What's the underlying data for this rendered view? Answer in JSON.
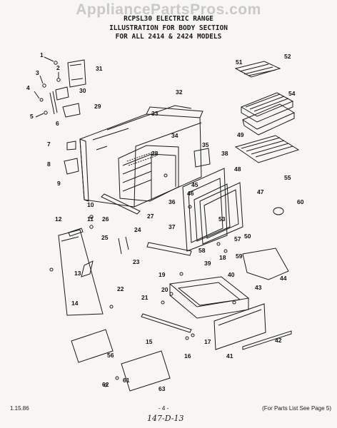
{
  "watermark": "AppliancePartsPros.com",
  "header": {
    "line1": "RCPSL30 ELECTRIC RANGE",
    "line2": "ILLUSTRATION FOR BODY SECTION",
    "line3": "FOR ALL 2414 & 2424 MODELS"
  },
  "callouts": [
    "1",
    "2",
    "3",
    "4",
    "5",
    "6",
    "7",
    "8",
    "9",
    "10",
    "11",
    "12",
    "13",
    "14",
    "15",
    "16",
    "17",
    "18",
    "19",
    "20",
    "21",
    "22",
    "23",
    "24",
    "25",
    "26",
    "27",
    "28",
    "29",
    "30",
    "31",
    "32",
    "33",
    "34",
    "35",
    "36",
    "37",
    "38",
    "39",
    "40",
    "41",
    "42",
    "43",
    "44",
    "45",
    "46",
    "47",
    "48",
    "49",
    "50",
    "51",
    "52",
    "53",
    "54",
    "55",
    "56",
    "57",
    "58",
    "59",
    "60",
    "61",
    "62",
    "63"
  ],
  "footer": {
    "date": "1.15.86",
    "page": "- 4 -",
    "parts_ref": "(For Parts List See Page 5)",
    "handwritten": "147-D-13"
  },
  "colors": {
    "ink": "#1a1a1a",
    "paper": "#f7f6f2",
    "watermark": "#c9c9c9"
  }
}
